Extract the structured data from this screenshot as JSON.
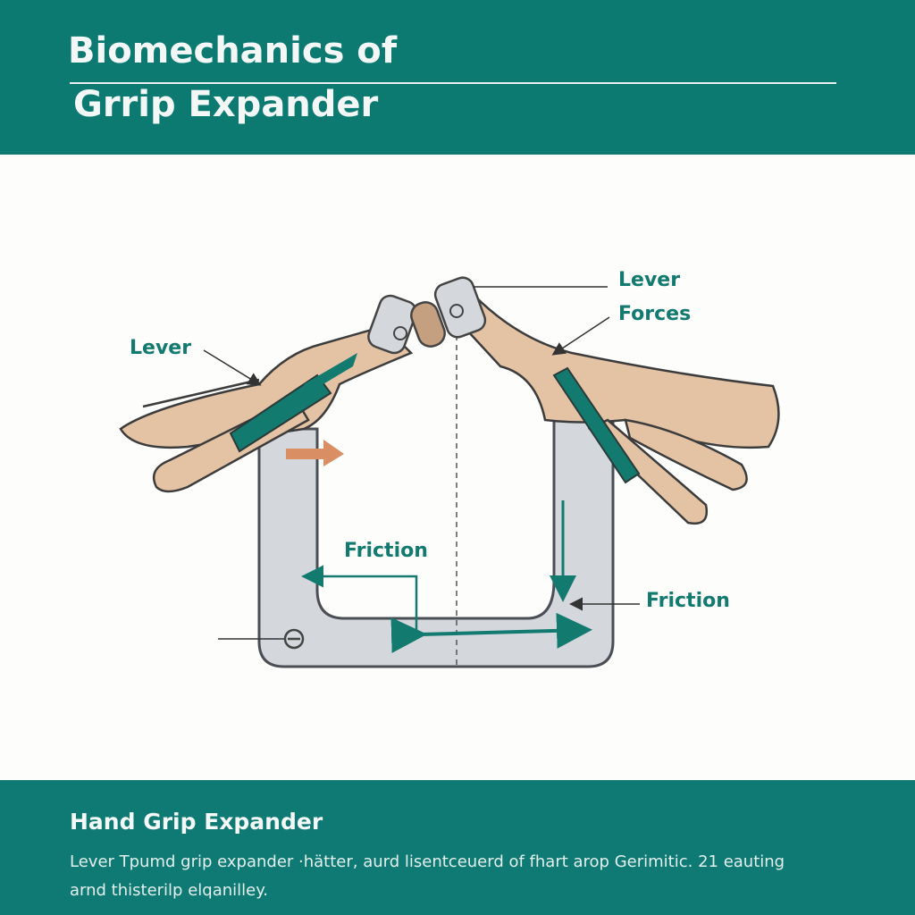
{
  "header": {
    "title_line1": "Biomechanics of",
    "title_line2": "Grrip Expander"
  },
  "diagram": {
    "labels": {
      "lever_left": "Lever",
      "lever_right": "Lever",
      "forces": "Forces",
      "friction_center": "Friction",
      "friction_right": "Friction"
    },
    "colors": {
      "frame": "#d4d8dc",
      "skin": "#e4c3a4",
      "grip": "#137a70",
      "arrow_orange": "#d98e64"
    }
  },
  "footer": {
    "title": "Hand Grip Expander",
    "description": "Lever Tpumd grip expander ·hätter, aurd lisentceuerd of fhart arop Gerimitic. 21 eauting arnd thisterilp elqanilley."
  }
}
